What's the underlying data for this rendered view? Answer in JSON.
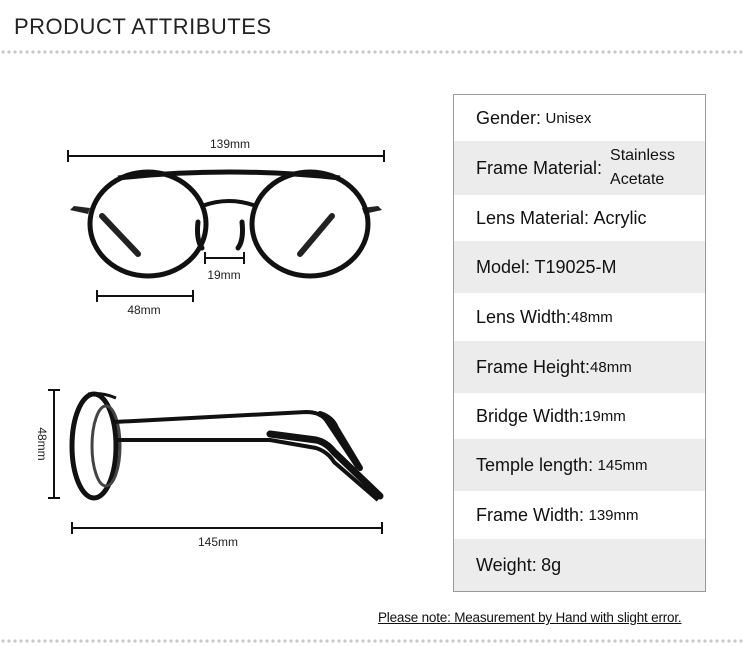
{
  "header": {
    "title": "PRODUCT ATTRIBUTES"
  },
  "diagram": {
    "front_view": {
      "total_width": "139mm",
      "bridge_width": "19mm",
      "lens_width": "48mm"
    },
    "side_view": {
      "lens_height": "48mm",
      "temple_length": "145mm"
    }
  },
  "specs": [
    {
      "label": "Gender:",
      "value": "Unisex",
      "style": "small"
    },
    {
      "label": "Frame Material:",
      "value": "Stainless\nAcetate",
      "style": "multi"
    },
    {
      "label": "Lens Material:",
      "value": "Acrylic",
      "style": "normal"
    },
    {
      "label": "Model:",
      "value": "T19025-M",
      "style": "normal"
    },
    {
      "label": "Lens Width:",
      "value": "48mm",
      "style": "small"
    },
    {
      "label": "Frame Height:",
      "value": "48mm",
      "style": "small"
    },
    {
      "label": "Bridge Width:",
      "value": "19mm",
      "style": "small"
    },
    {
      "label": "Temple length:",
      "value": "145mm",
      "style": "small"
    },
    {
      "label": "Frame Width:",
      "value": "139mm",
      "style": "small"
    },
    {
      "label": "Weight:",
      "value": "8g",
      "style": "normal"
    }
  ],
  "note": "Please note: Measurement by Hand with slight error."
}
